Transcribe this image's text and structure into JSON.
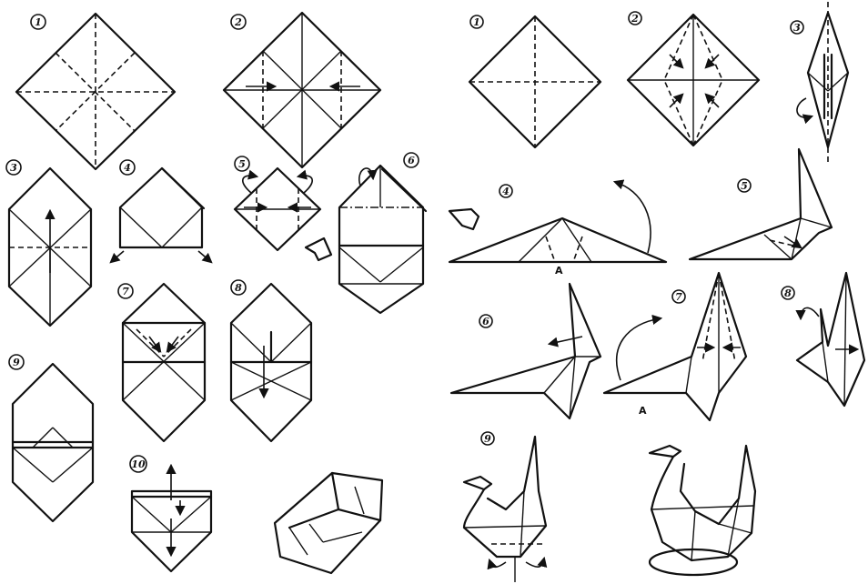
{
  "box_diagram": {
    "steps": [
      "1",
      "2",
      "3",
      "4",
      "5",
      "6",
      "7",
      "8",
      "9",
      "10"
    ]
  },
  "crane_diagram": {
    "steps": [
      "1",
      "2",
      "3",
      "4",
      "5",
      "6",
      "7",
      "8",
      "9"
    ],
    "point_labels": [
      "A",
      "A"
    ]
  }
}
